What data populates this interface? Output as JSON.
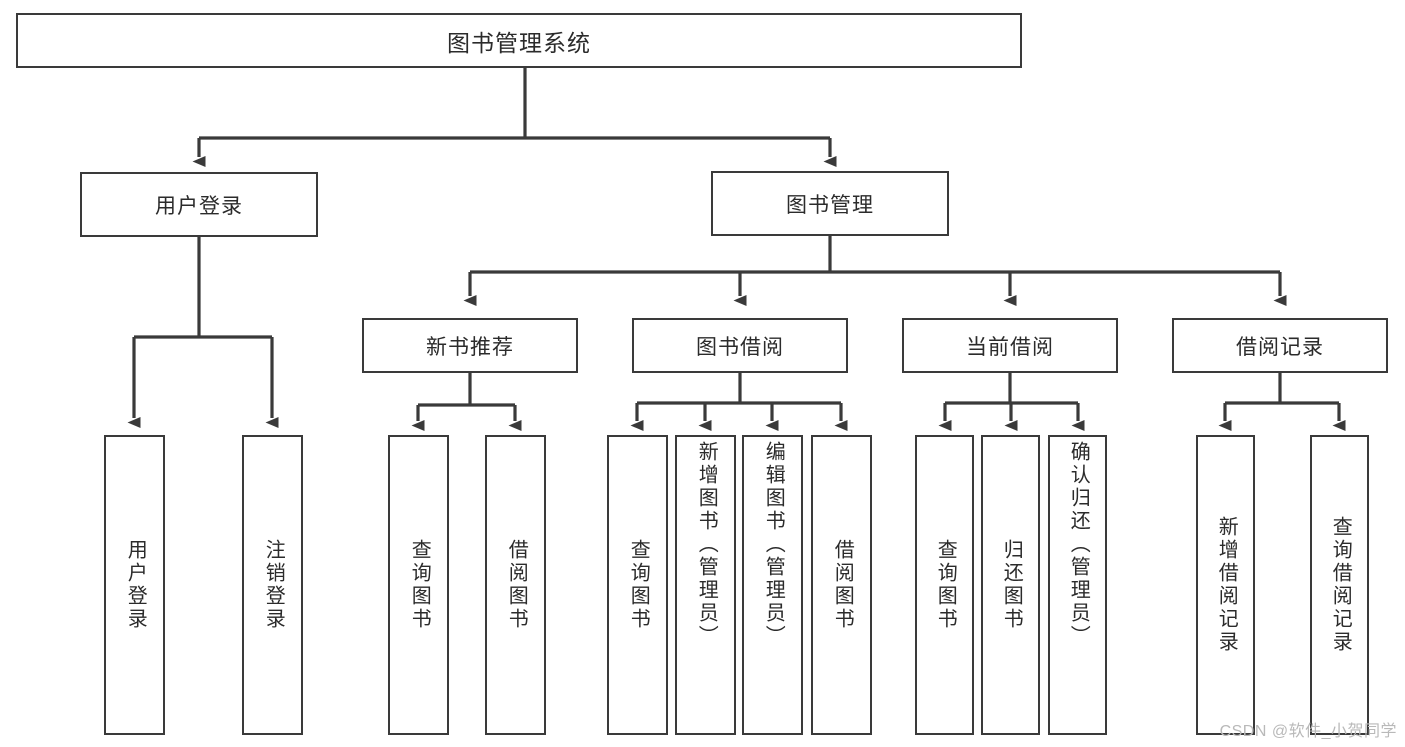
{
  "diagram": {
    "title": "图书管理系统",
    "watermark": "CSDN @软件_小贺同学",
    "line_color": "#3a3a3a",
    "text_color": "#2b2b2b",
    "background": "#ffffff",
    "type": "tree",
    "levels": {
      "root": "图书管理系统",
      "level2": [
        "用户登录",
        "图书管理"
      ],
      "level3": [
        "新书推荐",
        "图书借阅",
        "当前借阅",
        "借阅记录"
      ],
      "leaves": [
        "用户登录",
        "注销登录",
        "查询图书",
        "借阅图书",
        "查询图书",
        "新增图书（管理员）",
        "编辑图书（管理员）",
        "借阅图书",
        "查询图书",
        "归还图书",
        "确认归还（管理员）",
        "新增借阅记录",
        "查询借阅记录"
      ]
    },
    "nodes": {
      "root": {
        "label": "图书管理系统"
      },
      "user_login": {
        "label": "用户登录"
      },
      "book_manage": {
        "label": "图书管理"
      },
      "new_book_rec": {
        "label": "新书推荐"
      },
      "book_borrow": {
        "label": "图书借阅"
      },
      "current_borrow": {
        "label": "当前借阅"
      },
      "borrow_record": {
        "label": "借阅记录"
      },
      "leaf_user_login": {
        "label": "用户登录"
      },
      "leaf_logout": {
        "label": "注销登录"
      },
      "leaf_query_book_1": {
        "label": "查询图书"
      },
      "leaf_borrow_book_1": {
        "label": "借阅图书"
      },
      "leaf_query_book_2": {
        "label": "查询图书"
      },
      "leaf_add_book_admin": {
        "label": "新增图书（管理员）"
      },
      "leaf_edit_book_admin": {
        "label": "编辑图书（管理员）"
      },
      "leaf_borrow_book_2": {
        "label": "借阅图书"
      },
      "leaf_query_book_3": {
        "label": "查询图书"
      },
      "leaf_return_book": {
        "label": "归还图书"
      },
      "leaf_confirm_return_admin": {
        "label": "确认归还（管理员）"
      },
      "leaf_add_record": {
        "label": "新增借阅记录"
      },
      "leaf_query_record": {
        "label": "查询借阅记录"
      }
    }
  }
}
